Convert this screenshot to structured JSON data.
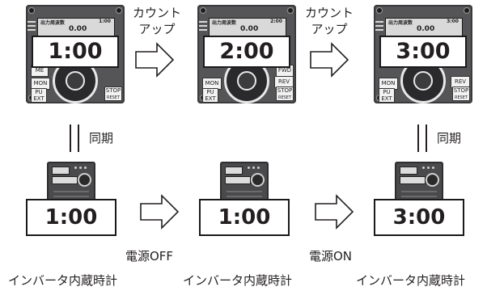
{
  "panels": [
    {
      "display": "1:00",
      "lcd_label": "出力周波数",
      "lcd_time": "1:00",
      "lcd_value": "0.00"
    },
    {
      "display": "2:00",
      "lcd_label": "出力周波数",
      "lcd_time": "2:00",
      "lcd_value": "0.00"
    },
    {
      "display": "3:00",
      "lcd_label": "出力周波数",
      "lcd_time": "3:00",
      "lcd_value": "0.00"
    }
  ],
  "keys": {
    "mon": "MON",
    "rev": "REV",
    "pu": "PU",
    "ext": "EXT",
    "stop": "STOP",
    "reset": "RESET",
    "fwd": "FWD",
    "me": "ME"
  },
  "count_up_labels": [
    {
      "line1": "カウント",
      "line2": "アップ"
    },
    {
      "line1": "カウント",
      "line2": "アップ"
    }
  ],
  "sync_labels": [
    "同期",
    "同期"
  ],
  "inverters": [
    {
      "display": "1:00",
      "caption": "インバータ内蔵時計"
    },
    {
      "display": "1:00",
      "caption": "インバータ内蔵時計"
    },
    {
      "display": "3:00",
      "caption": "インバータ内蔵時計"
    }
  ],
  "power_labels": [
    "電源OFF",
    "電源ON"
  ]
}
